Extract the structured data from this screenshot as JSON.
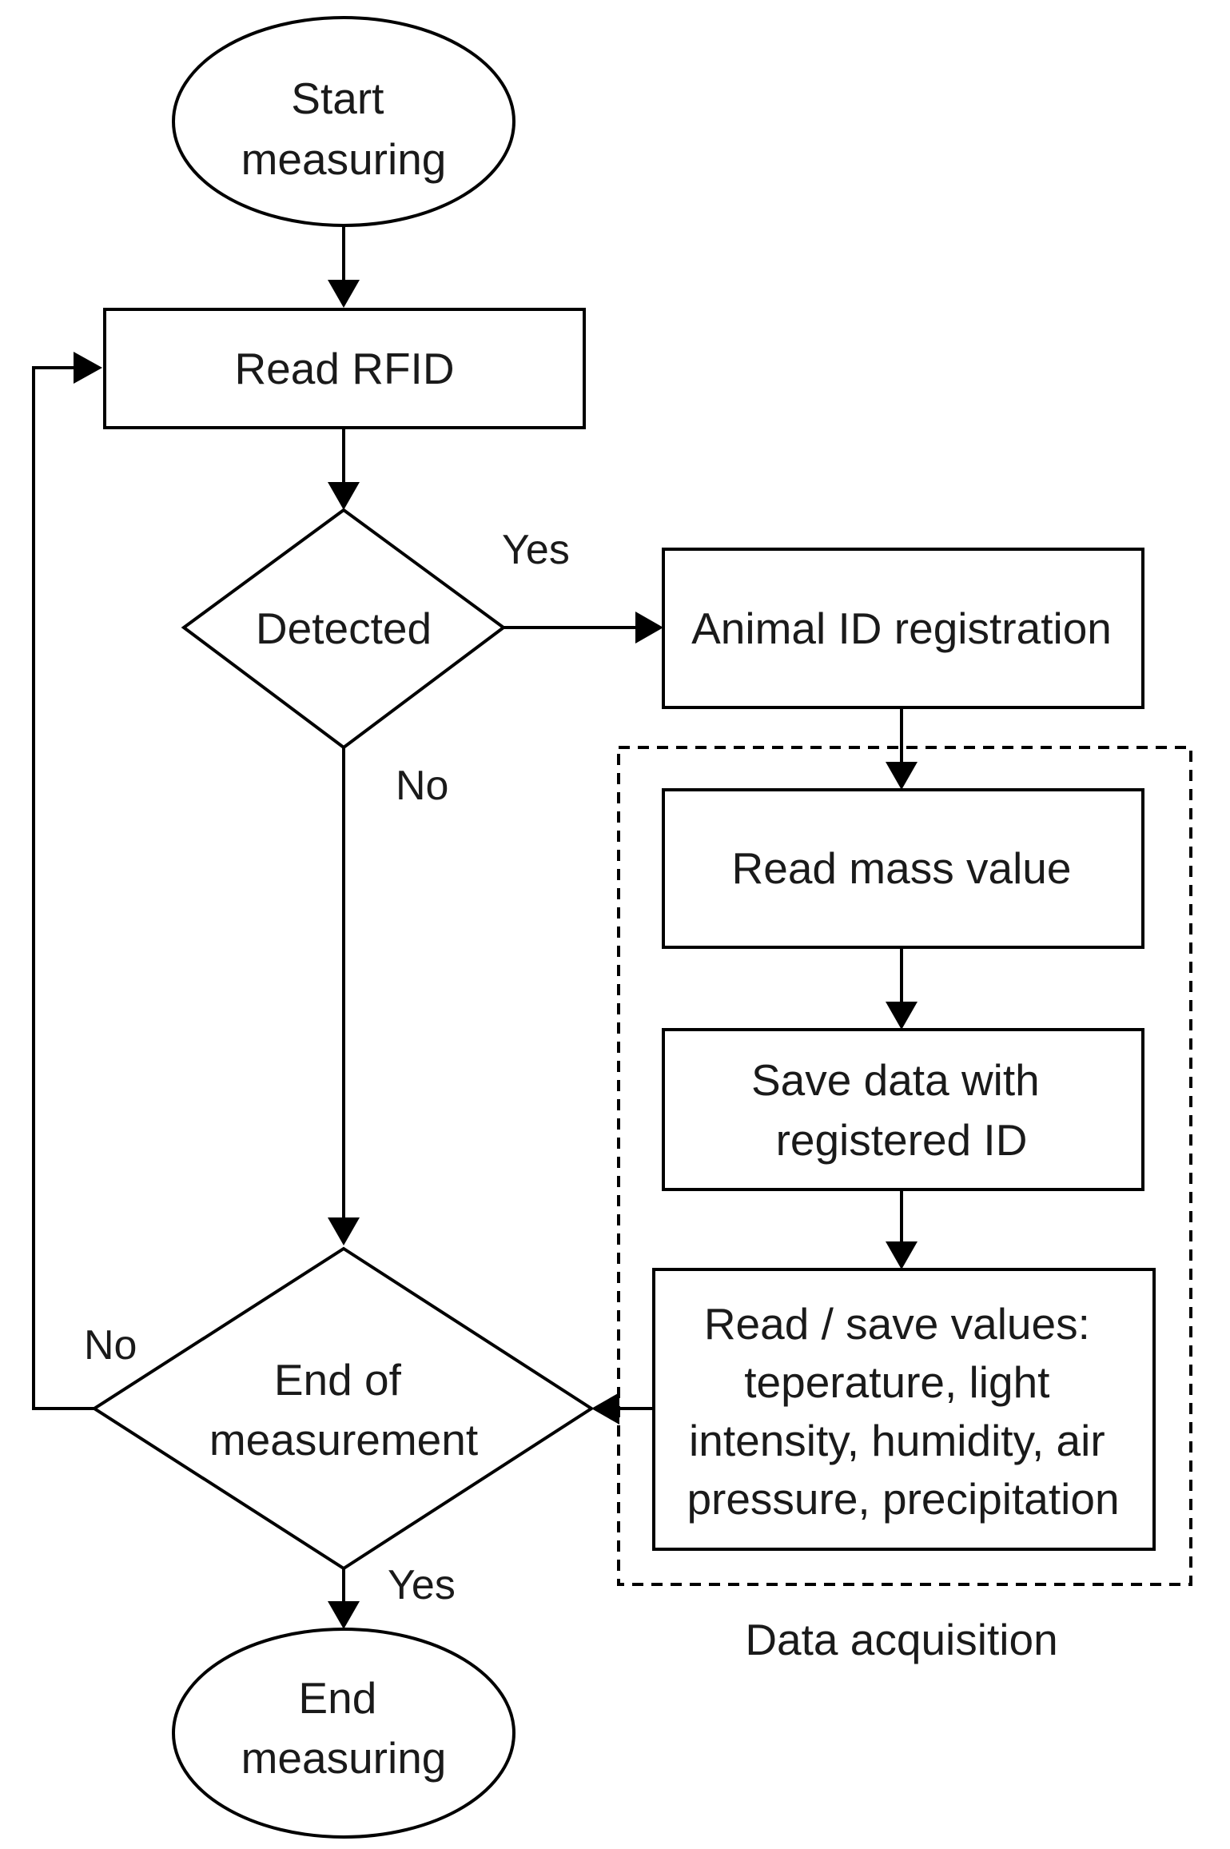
{
  "nodes": {
    "start": {
      "lines": [
        "Start",
        "measuring"
      ],
      "shape": "ellipse"
    },
    "read_rfid": {
      "lines": [
        "Read RFID"
      ],
      "shape": "rectangle"
    },
    "detected": {
      "lines": [
        "Detected"
      ],
      "shape": "diamond"
    },
    "animal_id": {
      "lines": [
        "Animal ID registration"
      ],
      "shape": "rectangle"
    },
    "read_mass": {
      "lines": [
        "Read mass value"
      ],
      "shape": "rectangle"
    },
    "save_data": {
      "lines": [
        "Save data with",
        "registered ID"
      ],
      "shape": "rectangle"
    },
    "read_save_values": {
      "lines": [
        "Read / save values:",
        "teperature, light",
        "intensity, humidity, air",
        "pressure, precipitation"
      ],
      "shape": "rectangle"
    },
    "end_of_measurement": {
      "lines": [
        "End of",
        "measurement"
      ],
      "shape": "diamond"
    },
    "end": {
      "lines": [
        "End",
        "measuring"
      ],
      "shape": "ellipse"
    }
  },
  "edge_labels": {
    "detected_yes": "Yes",
    "detected_no": "No",
    "end_no": "No",
    "end_yes": "Yes"
  },
  "group": {
    "label": "Data acquisition",
    "style": "dashed"
  },
  "colors": {
    "stroke": "#000000",
    "text": "#1a1a1a",
    "background": "#ffffff"
  }
}
